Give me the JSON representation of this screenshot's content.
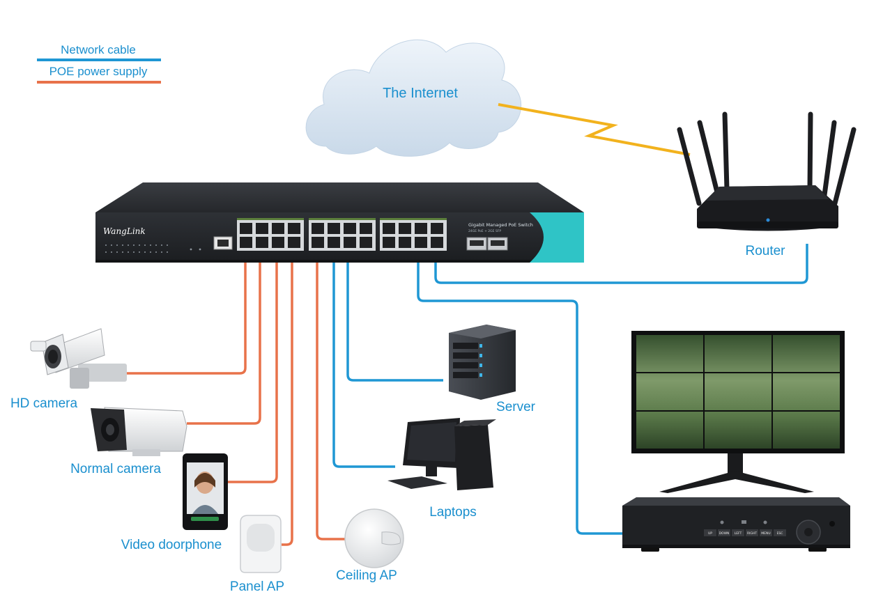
{
  "legend": {
    "network_cable": {
      "label": "Network cable",
      "color": "#1f97d4"
    },
    "poe_power": {
      "label": "POE power supply",
      "color": "#e8724a"
    }
  },
  "colors": {
    "label_text": "#1a8fce",
    "switch_accent": "#2fc4c6",
    "cloud": "#dce8f3"
  },
  "internet": {
    "label": "The Internet"
  },
  "router": {
    "label": "Router"
  },
  "switch": {
    "brand": "WangLink",
    "model_title": "Gigabit Managed PoE Switch",
    "model_subtitle": "24GE PoE + 2GE SFP"
  },
  "devices": {
    "hd_camera": "HD camera",
    "normal_camera": "Normal camera",
    "video_doorphone": "Video doorphone",
    "panel_ap": "Panel AP",
    "ceiling_ap": "Ceiling AP",
    "laptops": "Laptops",
    "server": "Server"
  },
  "nvr_buttons": [
    "UP",
    "DOWN",
    "LEFT",
    "RIGHT",
    "MENU",
    "ESC"
  ]
}
